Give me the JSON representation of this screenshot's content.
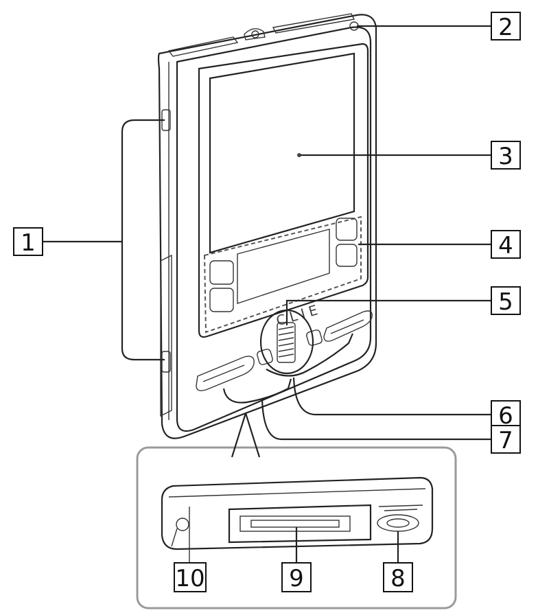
{
  "diagram": {
    "brand_text": "CLIE",
    "callouts": [
      {
        "id": "1",
        "label": "1"
      },
      {
        "id": "2",
        "label": "2"
      },
      {
        "id": "3",
        "label": "3"
      },
      {
        "id": "4",
        "label": "4"
      },
      {
        "id": "5",
        "label": "5"
      },
      {
        "id": "6",
        "label": "6"
      },
      {
        "id": "7",
        "label": "7"
      },
      {
        "id": "8",
        "label": "8"
      },
      {
        "id": "9",
        "label": "9"
      },
      {
        "id": "10",
        "label": "10"
      }
    ],
    "colors": {
      "line": "#222222",
      "screen": "#cfcfcf",
      "device_body": "#f2f2f2",
      "inset_frame": "#9a9a9a"
    }
  }
}
